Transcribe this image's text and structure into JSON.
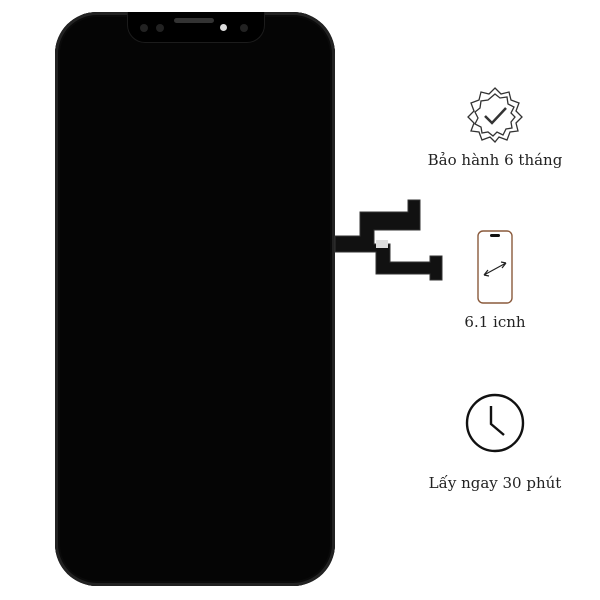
{
  "features": [
    {
      "icon": "warranty-badge-icon",
      "label": "Bảo hành 6 tháng"
    },
    {
      "icon": "phone-size-icon",
      "label": "6.1 icnh"
    },
    {
      "icon": "clock-icon",
      "label": "Lấy ngay 30 phút"
    }
  ],
  "colors": {
    "phone": "#050505",
    "text": "#222222",
    "phone_icon_outline": "#8a5a3c"
  }
}
